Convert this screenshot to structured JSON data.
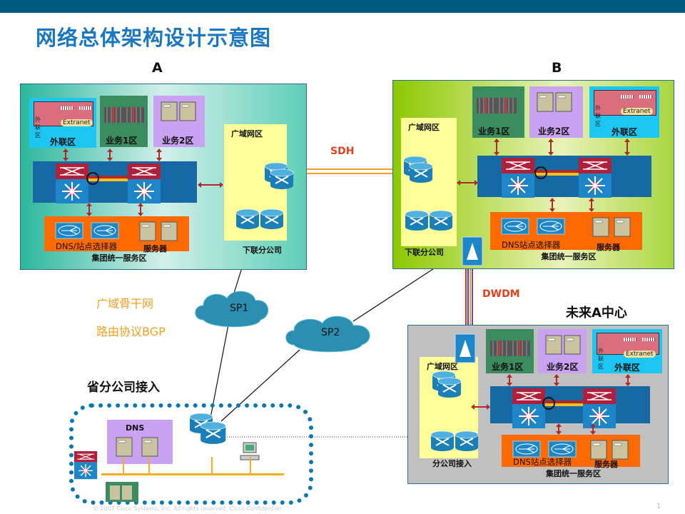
{
  "slide": {
    "title": "网络总体架构设计示意图",
    "page_number": "1",
    "footer": "© 2007 Cisco Systems, Inc. All rights reserved.    Cisco Confidential",
    "colors": {
      "topbar": "#005a7f",
      "title": "#1a78c2",
      "link_label": "#e8401c",
      "side_text": "#f0a020"
    }
  },
  "centers": {
    "a": {
      "heading": "A",
      "wan": "广域网区",
      "wan_sub": "下联分公司",
      "extranet_inner": "外联区",
      "extranet_cloud": "Extranet",
      "extranet": "外联区",
      "biz1": "业务1区",
      "biz2": "业务2区",
      "dns": "DNS/站点选择器",
      "servers": "服务器",
      "service_zone": "集团统一服务区"
    },
    "b": {
      "heading": "B",
      "wan": "广域网区",
      "wan_sub": "下联分公司",
      "extranet_inner": "外联区",
      "extranet_cloud": "Extranet",
      "extranet": "外联区",
      "biz1": "业务1区",
      "biz2": "业务2区",
      "dns": "DNS站点选择器",
      "servers": "服务器",
      "service_zone": "集团统一服务区"
    },
    "future": {
      "heading": "未来A中心",
      "wan": "广域网区",
      "wan_sub": "分公司接入",
      "extranet_inner": "外联区",
      "extranet_cloud": "Extranet",
      "extranet": "外联区",
      "biz1": "业务1区",
      "biz2": "业务2区",
      "dns": "DNS站点选择器",
      "servers": "服务器",
      "service_zone": "集团统一服务区"
    }
  },
  "links": {
    "sdh": "SDH",
    "dwdm": "DWDM"
  },
  "backbone": {
    "line1": "广域骨干网",
    "line2": "路由协议BGP",
    "sp1": "SP1",
    "sp2": "SP2"
  },
  "province": {
    "heading": "省分公司接入",
    "dns": "DNS"
  }
}
